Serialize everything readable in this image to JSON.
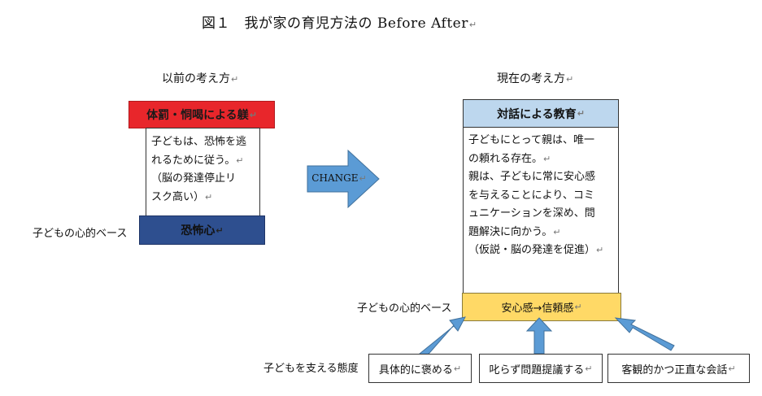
{
  "title": "図１　我が家の育児方法の Before After",
  "before": {
    "heading": "以前の考え方",
    "method": "体罰・恫喝による躾",
    "description_lines": [
      "子どもは、恐怖を逃",
      "れるために従う。",
      "（脳の発達停止リ",
      "スク高い）"
    ],
    "base_label": "子どもの心的ベース",
    "base": "恐怖心"
  },
  "change": {
    "label": "CHANGE"
  },
  "after": {
    "heading": "現在の考え方",
    "method": "対話による教育",
    "description_lines": [
      "子どもにとって親は、唯一",
      "の頼れる存在。",
      "親は、子どもに常に安心感",
      "を与えることにより、コミ",
      "ュニケーションを深め、問",
      "題解決に向かう。",
      "（仮説・脳の発達を促進）"
    ],
    "base_label": "子どもの心的ベース",
    "base": "安心感→信頼感"
  },
  "support": {
    "label": "子どもを支える態度",
    "items": [
      "具体的に褒める",
      "叱らず問題提議する",
      "客観的かつ正直な会話"
    ]
  },
  "colors": {
    "before_method": "#e8262b",
    "before_base": "#2e4f8f",
    "after_method": "#bdd7ee",
    "after_base": "#ffd966",
    "arrow": "#5b9bd5"
  },
  "icons": {
    "paragraph_mark": "↵"
  }
}
